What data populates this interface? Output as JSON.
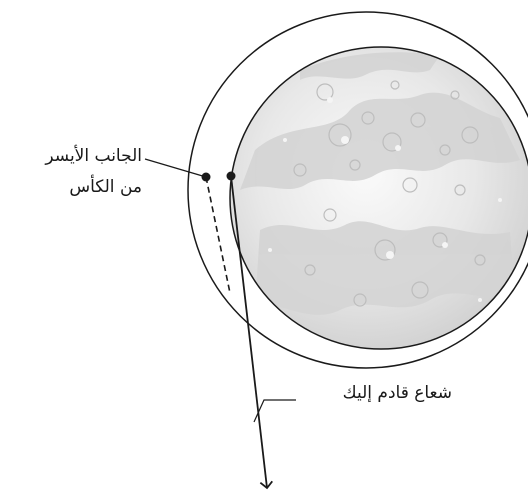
{
  "labels": {
    "left_side_line1": "الجانب الأيسر",
    "left_side_line2": "من الكأس",
    "incoming_ray": "شعاع قادم إليك"
  },
  "colors": {
    "outline": "#1a1a1a",
    "moon_base": "#e6e6e6",
    "moon_shadow": "#cfcfcf",
    "moon_highlight": "#f7f7f7"
  },
  "icons": {
    "moon": "moon-icon"
  }
}
